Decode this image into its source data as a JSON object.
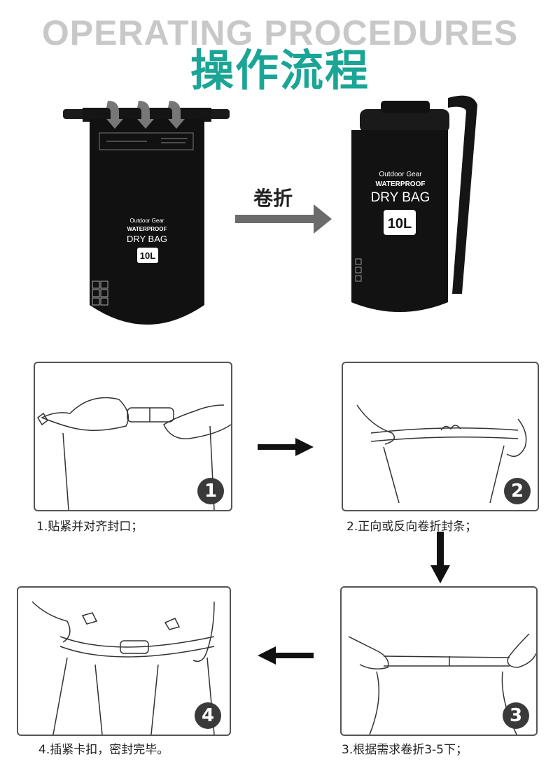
{
  "header": {
    "en_title": "OPERATING PROCEDURES",
    "zh_title": "操作流程"
  },
  "product": {
    "brand_line": "Outdoor Gear",
    "waterproof": "WATERPROOF",
    "name": "DRY BAG",
    "capacity": "10L"
  },
  "roll_step": {
    "label": "卷折"
  },
  "steps": [
    {
      "number": "1",
      "caption": "1.贴紧并对齐封口；"
    },
    {
      "number": "2",
      "caption": "2.正向或反向卷折封条；"
    },
    {
      "number": "3",
      "caption": "3.根据需求卷折3-5下；"
    },
    {
      "number": "4",
      "caption": "4.插紧卡扣，密封完毕。"
    }
  ],
  "colors": {
    "title_accent": "#1aa596",
    "bag": "#111111",
    "arrow": "#6b6b6b"
  }
}
